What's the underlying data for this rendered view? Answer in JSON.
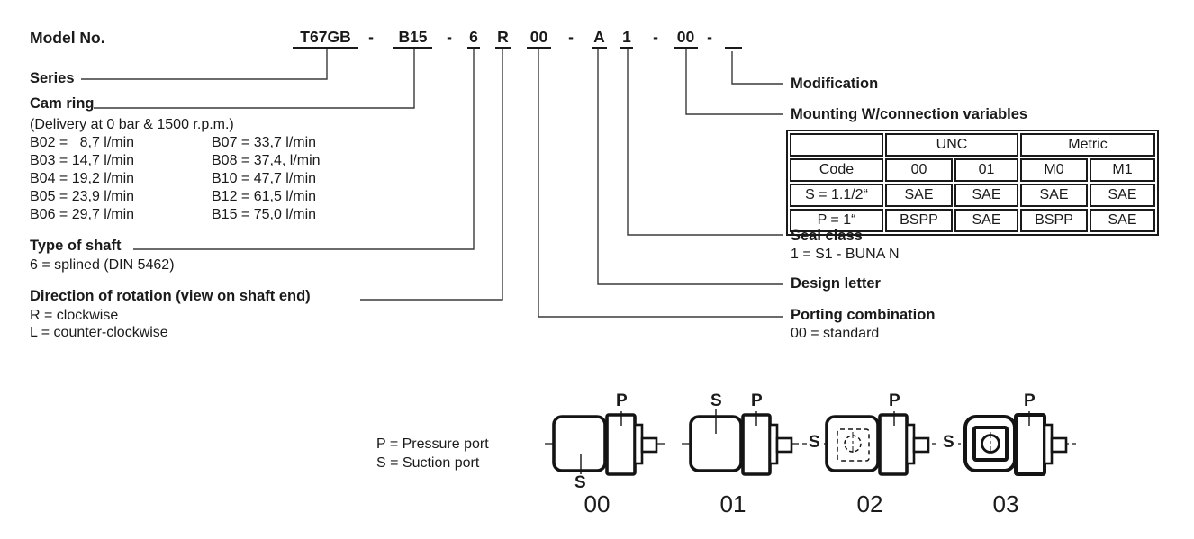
{
  "colors": {
    "text": "#1a1a1a",
    "line": "#3a3a3a",
    "background": "#ffffff"
  },
  "model": {
    "label": "Model No.",
    "segments": [
      "T67GB",
      "B15",
      "6",
      "R",
      "00",
      "A",
      "1",
      "00"
    ],
    "separator": "-"
  },
  "series": {
    "title": "Series"
  },
  "cam_ring": {
    "title": "Cam ring",
    "subtitle": "(Delivery at 0 bar & 1500 r.p.m.)",
    "col1": [
      "B02 =   8,7 l/min",
      "B03 = 14,7 l/min",
      "B04 = 19,2 l/min",
      "B05 = 23,9 l/min",
      "B06 = 29,7 l/min"
    ],
    "col2": [
      "B07 = 33,7 l/min",
      "B08 = 37,4, l/min",
      "B10 = 47,7 l/min",
      "B12 = 61,5 l/min",
      "B15 = 75,0 l/min"
    ]
  },
  "type_of_shaft": {
    "title": "Type of shaft",
    "line1": "6 = splined (DIN 5462)"
  },
  "direction": {
    "title": "Direction of rotation (view on shaft end)",
    "line1": "R = clockwise",
    "line2": "L = counter-clockwise"
  },
  "modification": {
    "title": "Modification"
  },
  "mounting": {
    "title": "Mounting W/connection variables",
    "table": {
      "group_headers": [
        "UNC",
        "Metric"
      ],
      "col_headers": [
        "Code",
        "00",
        "01",
        "M0",
        "M1"
      ],
      "rows": [
        [
          "S = 1.1/2“",
          "SAE",
          "SAE",
          "SAE",
          "SAE"
        ],
        [
          "P = 1“",
          "BSPP",
          "SAE",
          "BSPP",
          "SAE"
        ]
      ]
    }
  },
  "seal_class": {
    "title": "Seal class",
    "line1": "1 = S1 - BUNA N"
  },
  "design_letter": {
    "title": "Design letter"
  },
  "porting": {
    "title": "Porting combination",
    "line1": "00 = standard"
  },
  "legend": {
    "line1": "P = Pressure port",
    "line2": "S = Suction port"
  },
  "diagrams": {
    "labels": [
      "00",
      "01",
      "02",
      "03"
    ],
    "pressure": "P",
    "suction": "S"
  }
}
